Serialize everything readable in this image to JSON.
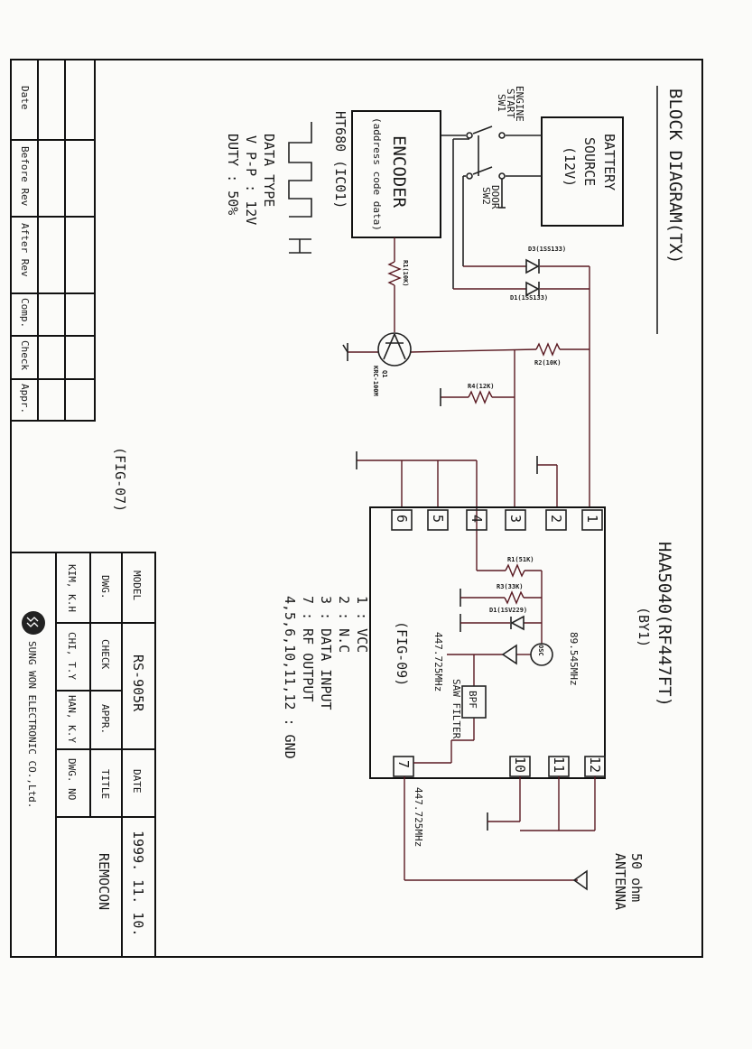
{
  "title": "BLOCK DIAGRAM(TX)",
  "battery": {
    "l1": "BATTERY",
    "l2": "SOURCE",
    "l3": "(12V)"
  },
  "switches": {
    "sw1a": "ENGINE",
    "sw1b": "START",
    "sw1c": "SW1",
    "sw2a": "DOOR",
    "sw2b": "SW2"
  },
  "encoder": {
    "l1": "ENCODER",
    "l2": "(address code data)",
    "l3": "HT680 (IC01)"
  },
  "data_type": {
    "l1": "DATA TYPE",
    "l2": "V P-P : 12V",
    "l3": "DUTY : 50%"
  },
  "parts": {
    "d3": "D3(1SS133)",
    "d1": "D1(1SS133)",
    "r1": "R1(10K)",
    "r2": "R2(10K)",
    "r4": "R4(12K)",
    "q1a": "Q1",
    "q1b": "KRC-100M",
    "r1b": "R1(51K)",
    "r3": "R3(33K)",
    "d1b": "D1(1SV229)",
    "osc": "OSC",
    "bpf": "BPF",
    "saw": "SAW FILTER",
    "f1": "89.545MHz",
    "f2": "447.725MHz",
    "f3": "447.725MHz"
  },
  "ic": {
    "name": "HAA5040(RF447FT)",
    "sub": "(BY1)",
    "pins": [
      "1",
      "2",
      "3",
      "4",
      "5",
      "6",
      "7",
      "10",
      "11",
      "12"
    ]
  },
  "antenna": {
    "l1": "50 ohm",
    "l2": "ANTENNA"
  },
  "pin_list": [
    "1 : VCC",
    "2 : N.C",
    "3 : DATA INPUT",
    "7 : RF OUTPUT",
    "4,5,6,10,11,12 : GND"
  ],
  "fig09": "(FIG-09)",
  "fig07": "(FIG-07)",
  "revision": [
    "Date",
    "Before Rev",
    "After Rev",
    "Comp.",
    "Check",
    "Appr."
  ],
  "title_block": {
    "model_label": "MODEL",
    "model": "RS-905R",
    "date_label": "DATE",
    "date": "1999. 11. 10.",
    "dwg_label": "DWG.",
    "check_label": "CHECK",
    "appr_label": "APPR.",
    "title_label": "TITLE",
    "title": "REMOCON",
    "dwg_name": "KIM, K.H",
    "check_name": "CHI, T.Y",
    "appr_name": "HAN, K.Y",
    "dwgno_label": "DWG. NO",
    "company": "SUNG WON ELECTRONIC CO.,Ltd."
  }
}
